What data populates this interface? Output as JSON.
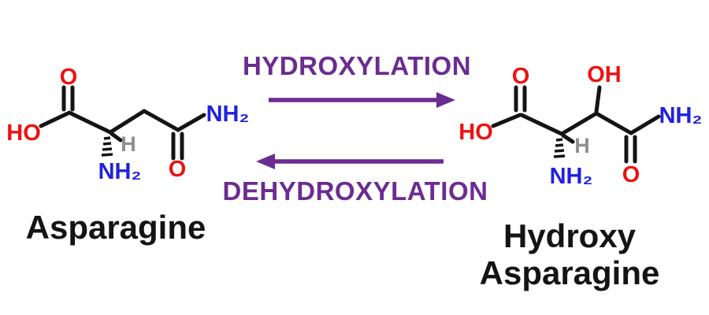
{
  "reaction": {
    "forward_label": "HYDROXYLATION",
    "reverse_label": "DEHYDROXYLATION"
  },
  "left_molecule": {
    "name": "Asparagine",
    "atoms": {
      "hydroxyl": "HO",
      "carbonyl_oxygen": "O",
      "alpha_hydrogen": "H",
      "amine": "NH₂",
      "amide_nitrogen": "NH₂",
      "amide_oxygen": "O"
    }
  },
  "right_molecule": {
    "name_line1": "Hydroxy",
    "name_line2": "Asparagine",
    "atoms": {
      "hydroxyl": "HO",
      "carbonyl_oxygen": "O",
      "beta_hydroxyl": "OH",
      "alpha_hydrogen": "H",
      "amine": "NH₂",
      "amide_nitrogen": "NH₂",
      "amide_oxygen": "O"
    }
  },
  "colors": {
    "oxygen_red": "#ee1111",
    "nitrogen_blue": "#2121dd",
    "hydrogen_gray": "#8f8f8f",
    "bond_black": "#141414",
    "reaction_purple": "#6b2c91",
    "name_black": "#141414",
    "background": "#ffffff"
  }
}
